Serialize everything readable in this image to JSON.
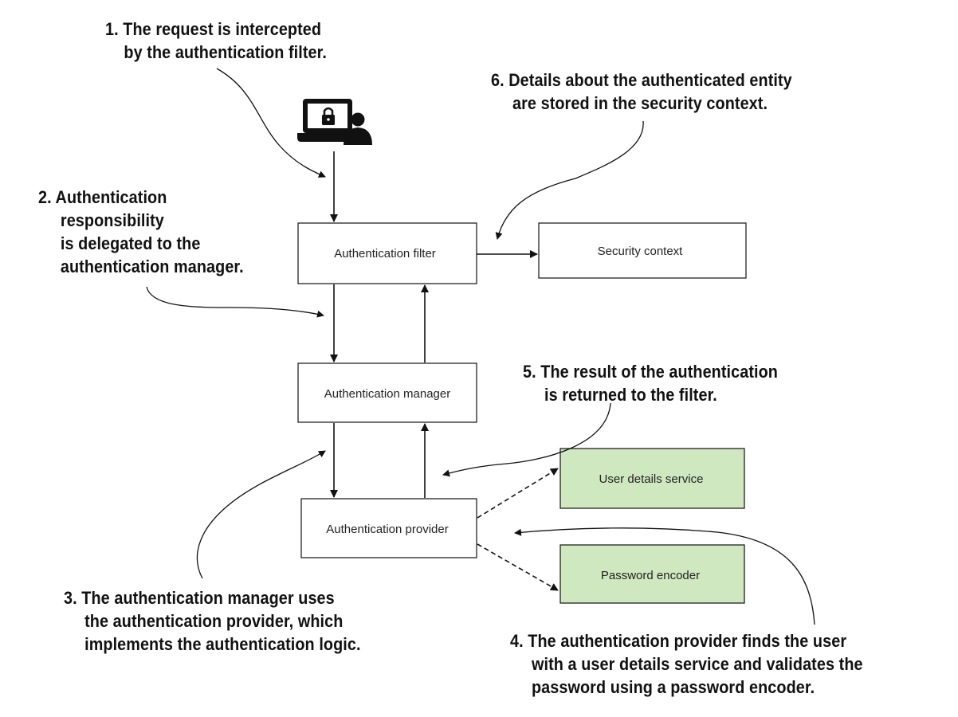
{
  "components": {
    "authentication_filter": {
      "label": "Authentication filter"
    },
    "security_context": {
      "label": "Security context"
    },
    "authentication_manager": {
      "label": "Authentication manager"
    },
    "authentication_provider": {
      "label": "Authentication provider"
    },
    "user_details_service": {
      "label": "User details service"
    },
    "password_encoder": {
      "label": "Password encoder"
    }
  },
  "annotations": {
    "step1": {
      "lines": [
        "1. The request is intercepted",
        "by the authentication filter."
      ]
    },
    "step2": {
      "lines": [
        "2. Authentication",
        "responsibility",
        "is delegated to the",
        "authentication manager."
      ]
    },
    "step3": {
      "lines": [
        "3. The authentication manager uses",
        "the authentication provider, which",
        "implements the authentication logic."
      ]
    },
    "step4": {
      "lines": [
        "4. The authentication provider finds the user",
        "with a user details service and validates the",
        "password using a password encoder."
      ]
    },
    "step5": {
      "lines": [
        "5. The result of the authentication",
        "is returned to the filter."
      ]
    },
    "step6": {
      "lines": [
        "6. Details about the authenticated entity",
        "are stored in the security context."
      ]
    }
  },
  "icons": {
    "client": "laptop-lock-user-icon"
  },
  "colors": {
    "green_fill": "#cfe8c0",
    "line": "#111111"
  }
}
